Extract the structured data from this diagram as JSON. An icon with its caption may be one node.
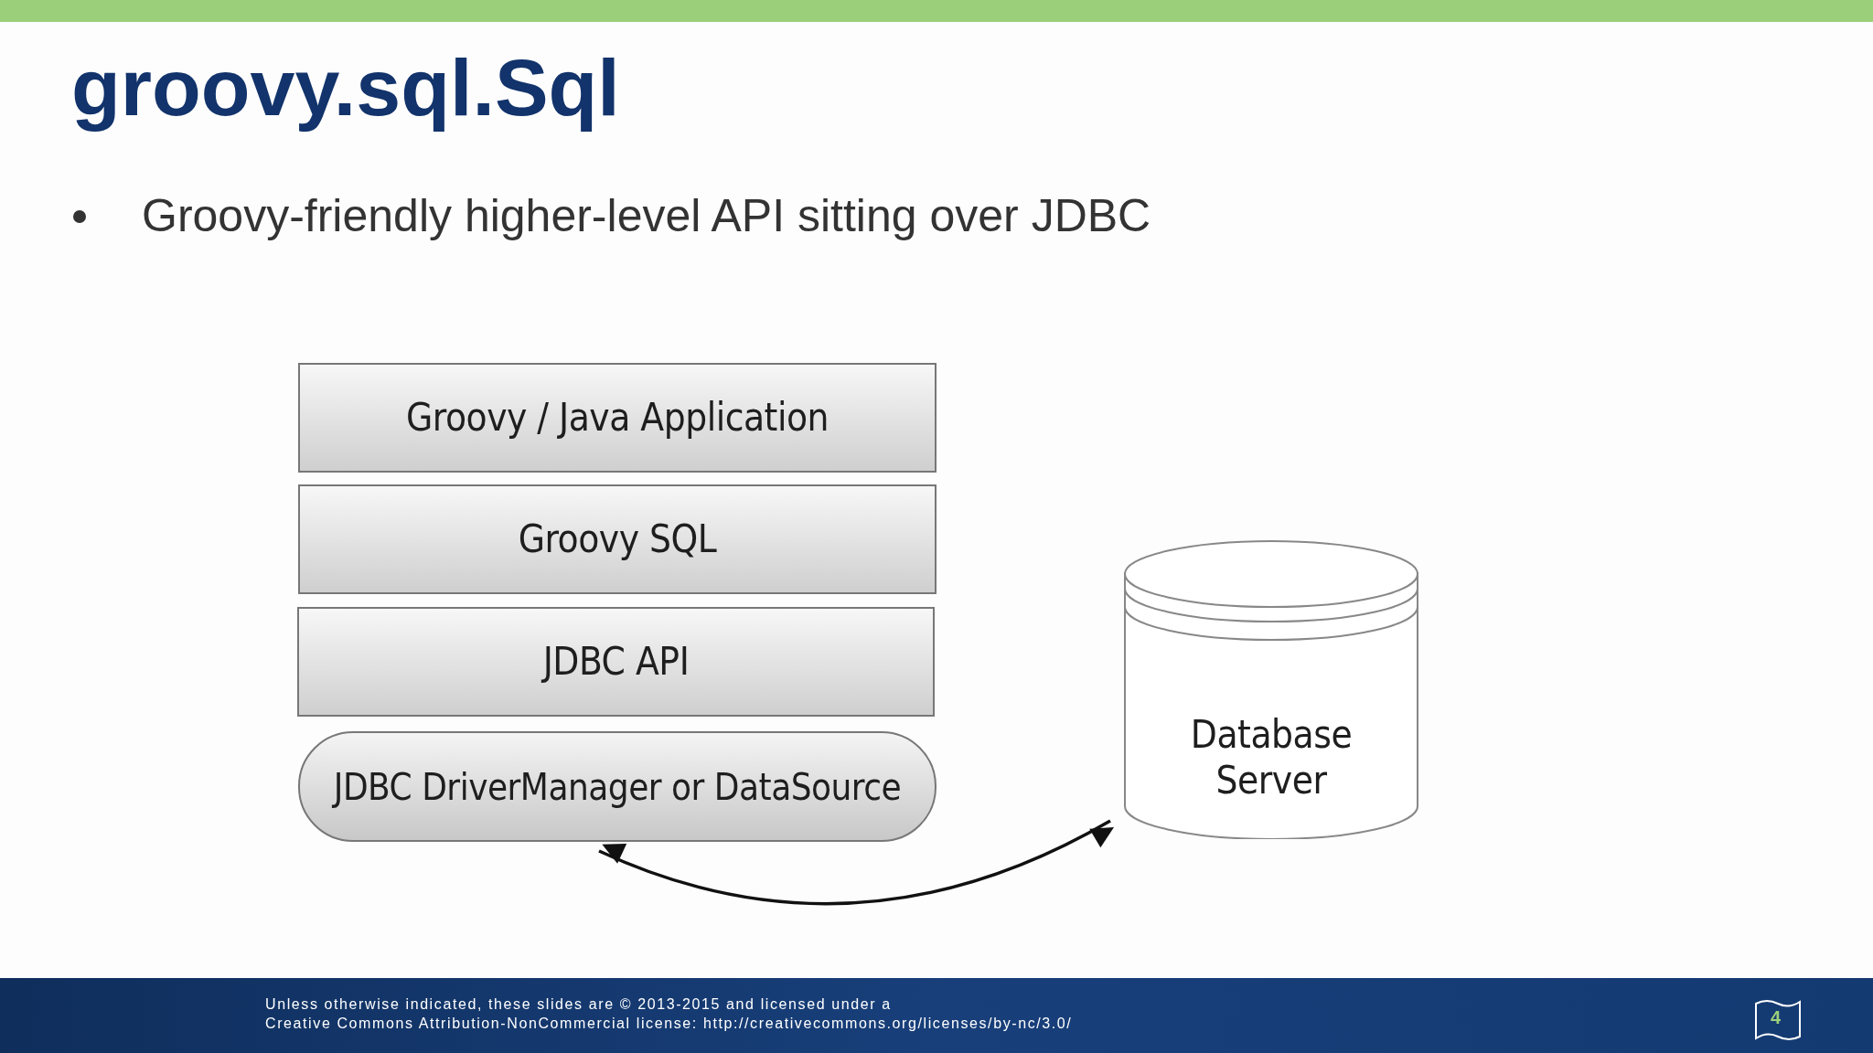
{
  "diagram": {
    "title": "groovy.sql.Sql",
    "nodes": [
      {
        "text": [
          "Groovy / Java Application"
        ]
      },
      {
        "text": [
          "Groovy SQL"
        ]
      },
      {
        "text": [
          "JDBC API"
        ]
      },
      {
        "text": [
          "JDBC DriverManager or DataSource"
        ]
      },
      {
        "text": [
          "Database Server"
        ]
      }
    ],
    "edges": [
      {
        "from": 3,
        "to": 4,
        "arrow": "both"
      }
    ],
    "labels": [
      "Groovy-friendly higher-level API sitting over JDBC",
      "Unless otherwise indicated, these slides are © 2013-2015 and licensed under a",
      "Creative Commons Attribution-NonCommercial license: http://creativecommons.org/licenses/by-nc/3.0/",
      "4"
    ]
  }
}
